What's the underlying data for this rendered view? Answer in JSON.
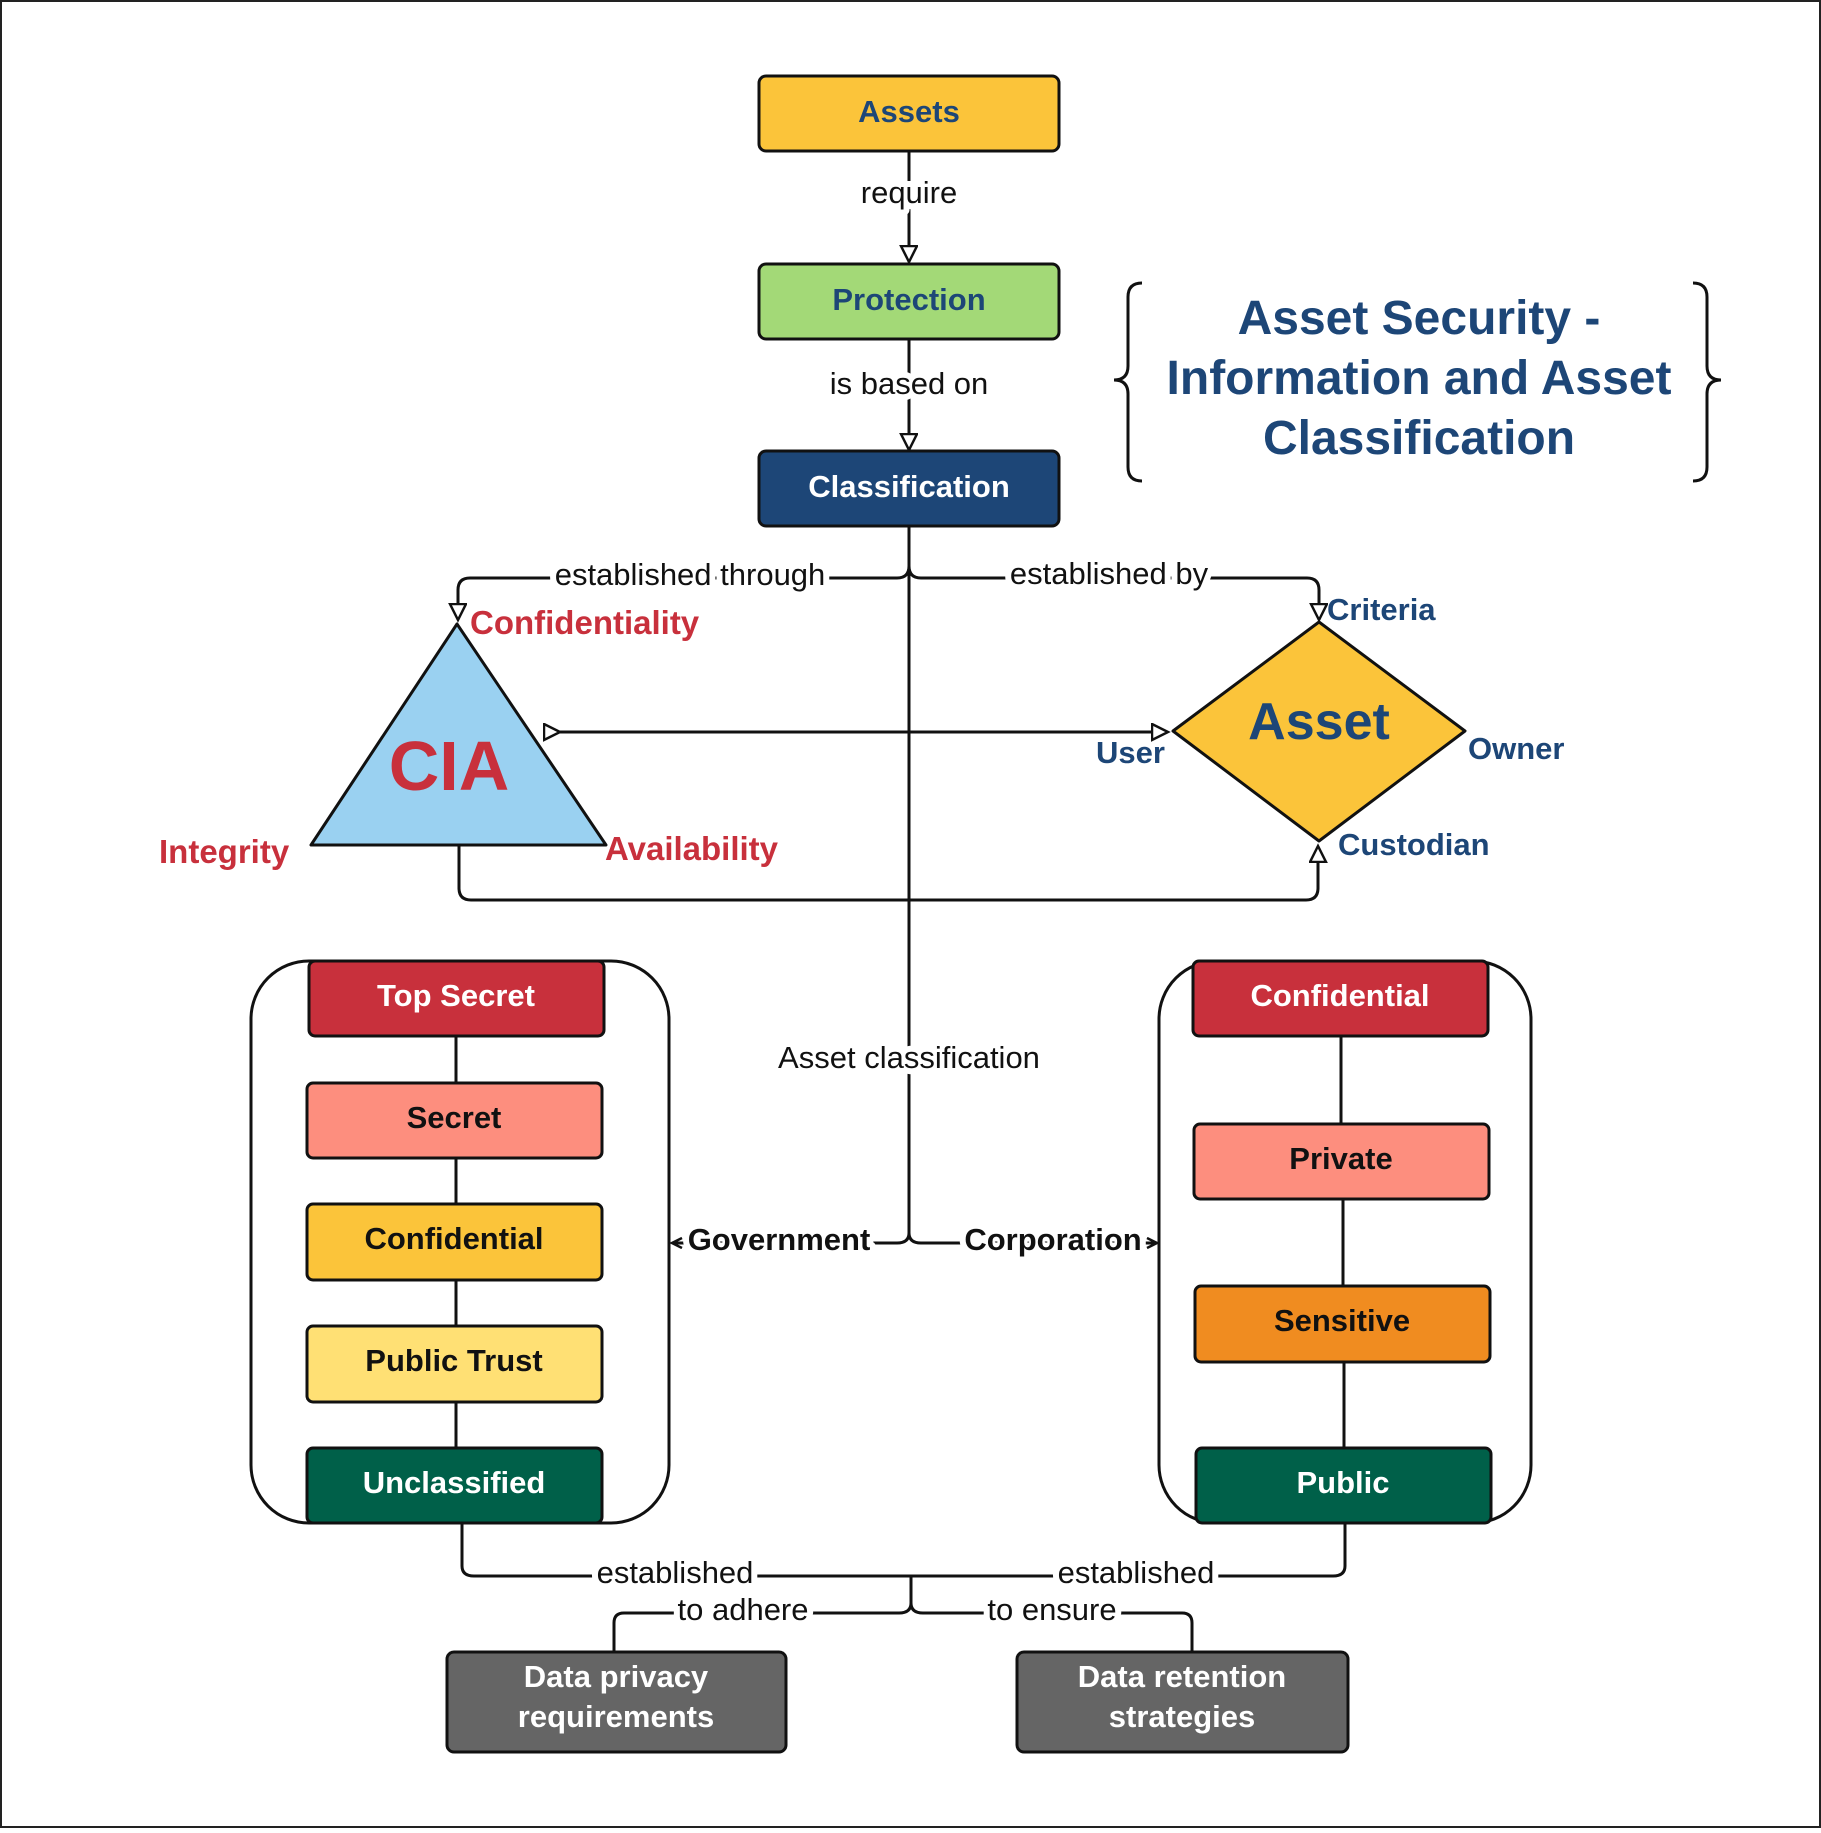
{
  "title": {
    "line1": "Asset Security -",
    "line2": "Information and Asset",
    "line3": "Classification"
  },
  "flow": {
    "assets": "Assets",
    "require": "require",
    "protection": "Protection",
    "is_based_on": "is based on",
    "classification": "Classification",
    "established_through": "established through",
    "established_by": "established by",
    "asset_classification": "Asset classification",
    "government": "Government",
    "corporation": "Corporation"
  },
  "cia": {
    "label": "CIA",
    "confidentiality": "Confidentiality",
    "integrity": "Integrity",
    "availability": "Availability"
  },
  "asset": {
    "label": "Asset",
    "criteria": "Criteria",
    "user": "User",
    "owner": "Owner",
    "custodian": "Custodian"
  },
  "government_levels": [
    "Top Secret",
    "Secret",
    "Confidential",
    "Public Trust",
    "Unclassified"
  ],
  "corporation_levels": [
    "Confidential",
    "Private",
    "Sensitive",
    "Public"
  ],
  "bottom": {
    "established_left": "established",
    "established_right": "established",
    "to_adhere": "to adhere",
    "to_ensure": "to ensure",
    "privacy_line1": "Data privacy",
    "privacy_line2": "requirements",
    "retention_line1": "Data retention",
    "retention_line2": "strategies"
  },
  "colors": {
    "navy": "#1d4677",
    "red": "#c8303c",
    "yellow": "#fbc43a",
    "green": "#a3d977",
    "light_blue": "#9ad1f1",
    "salmon": "#fd8e7e",
    "light_yellow": "#ffe074",
    "orange": "#f08c20",
    "dark_green": "#006049",
    "gray": "#656565"
  }
}
